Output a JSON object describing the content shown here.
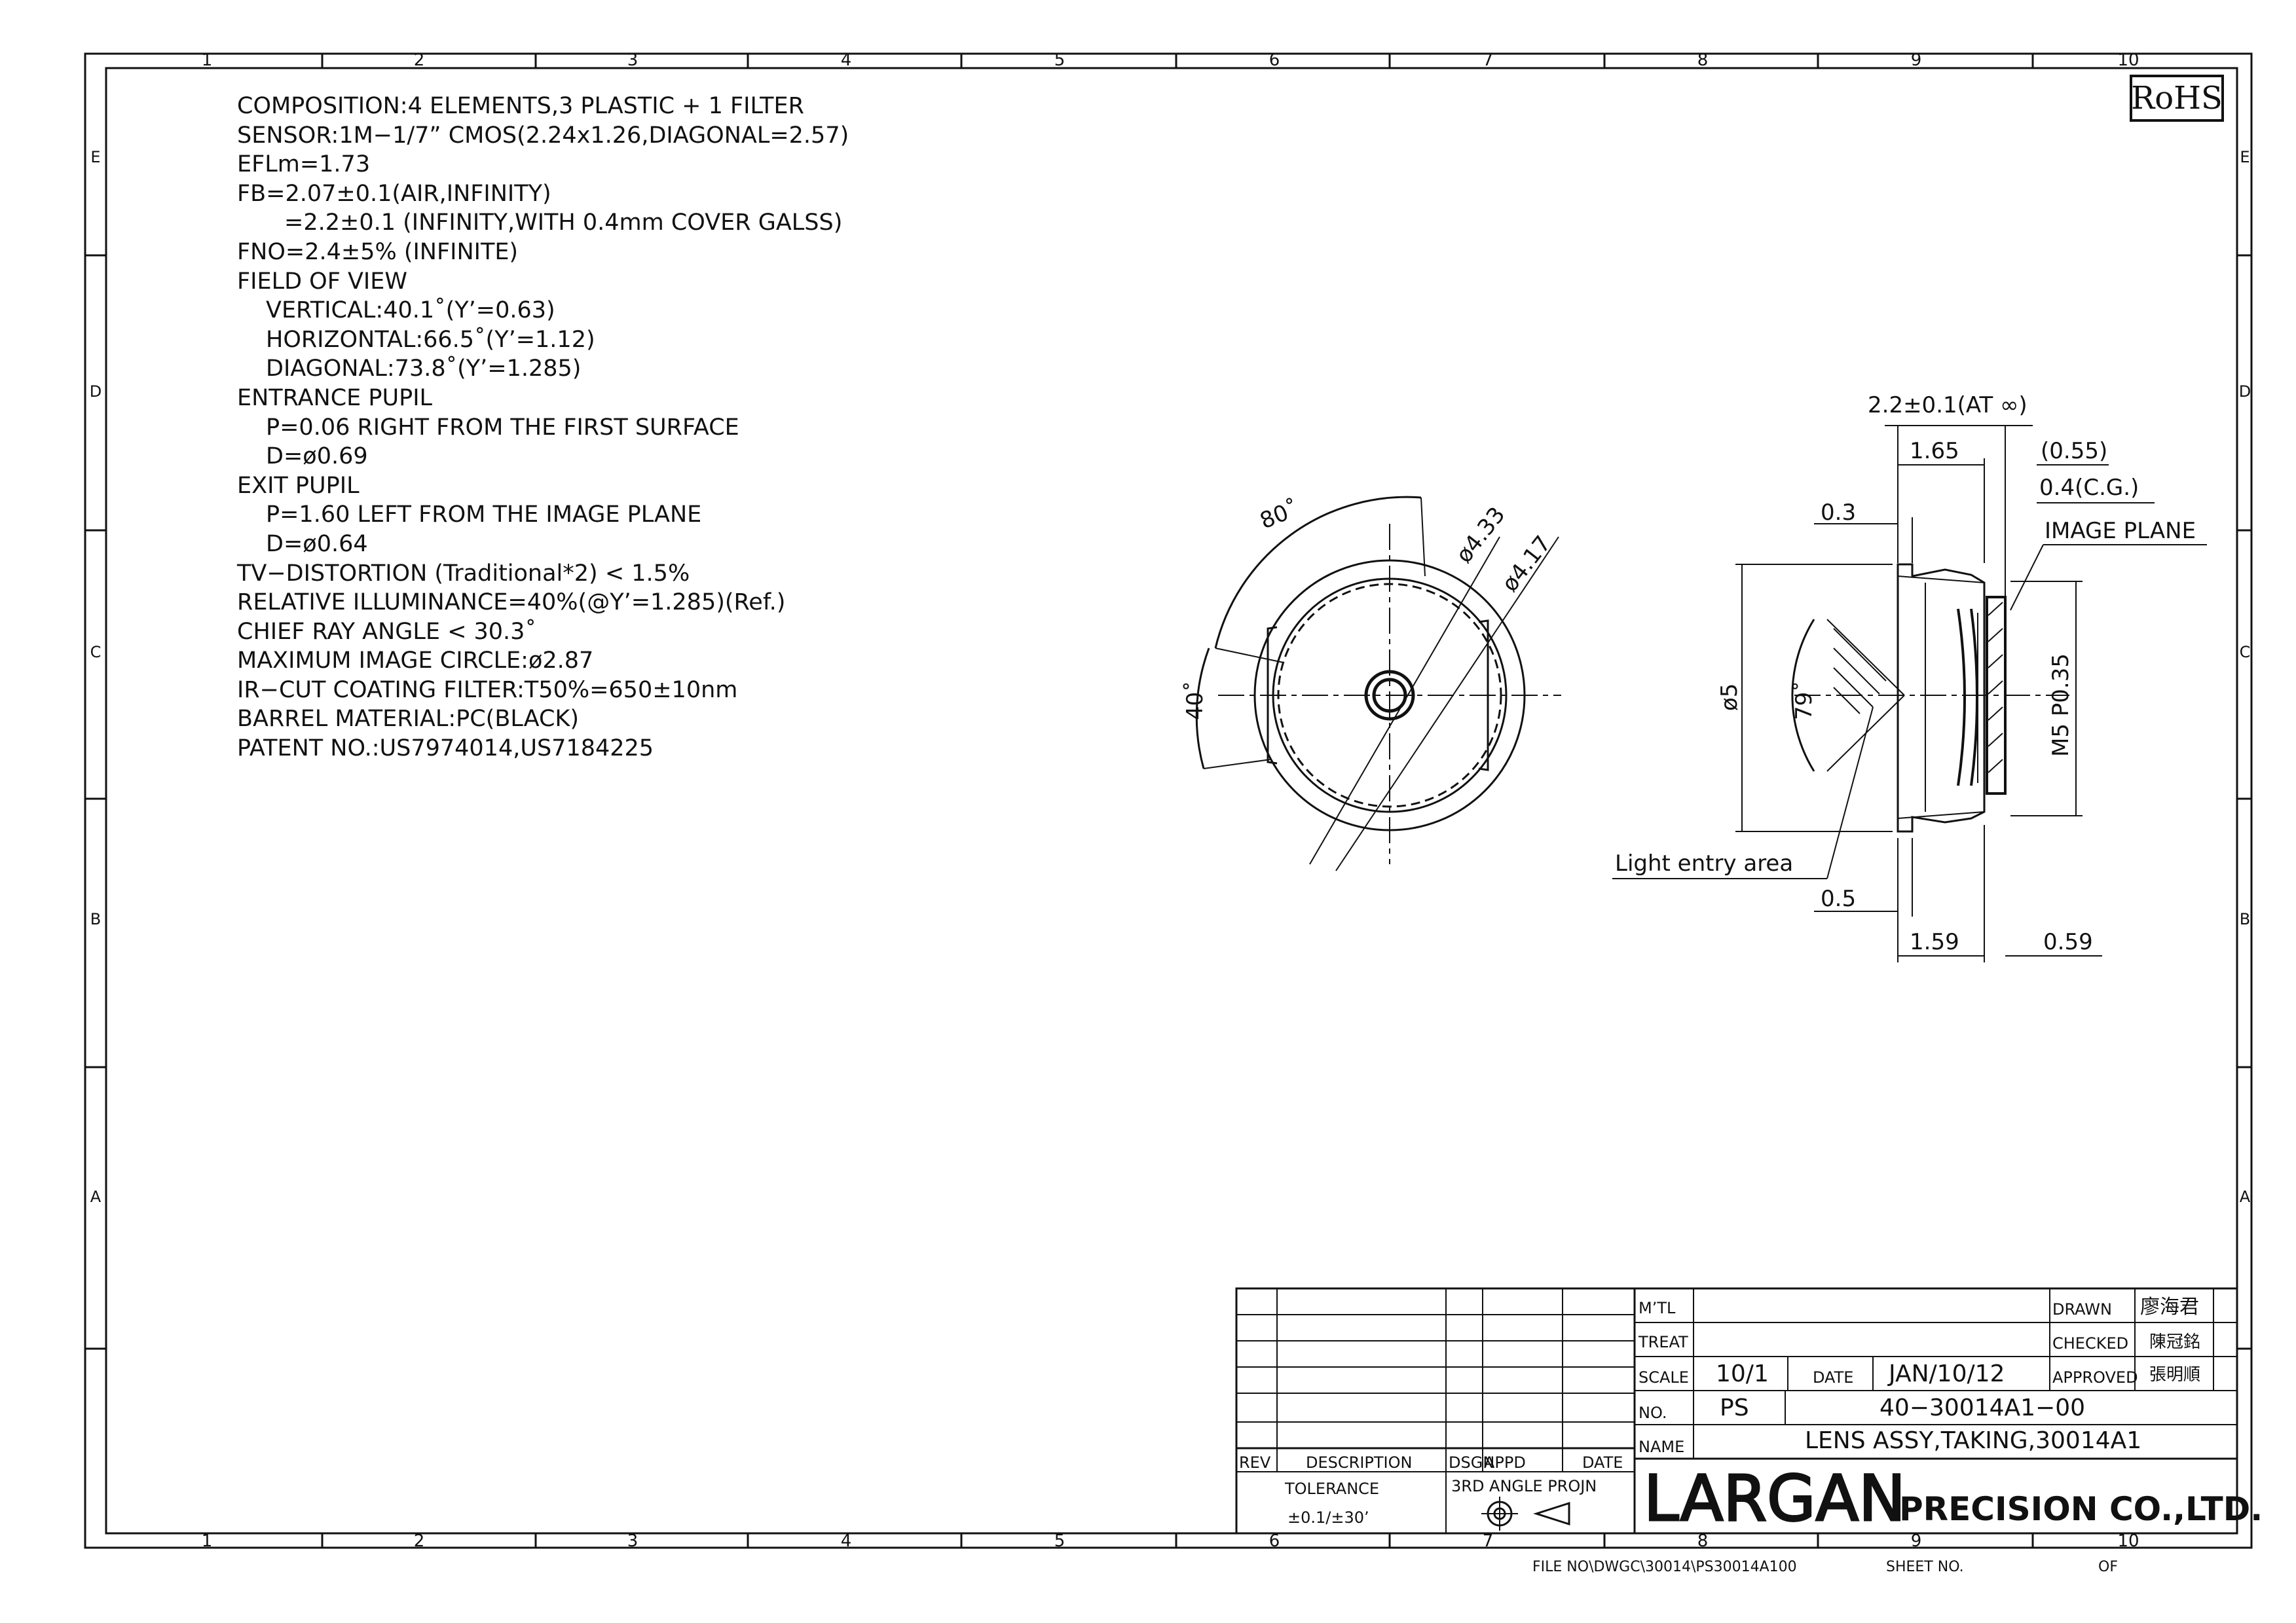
{
  "frame": {
    "cols": [
      "1",
      "2",
      "3",
      "4",
      "5",
      "6",
      "7",
      "8",
      "9",
      "10"
    ],
    "rows": [
      "E",
      "D",
      "C",
      "B",
      "A"
    ]
  },
  "rohs": "RoHS",
  "spec_lines": [
    {
      "text": "COMPOSITION:4 ELEMENTS,3 PLASTIC + 1 FILTER",
      "indent": 0
    },
    {
      "text": "SENSOR:1M−1/7” CMOS(2.24x1.26,DIAGONAL=2.57)",
      "indent": 0
    },
    {
      "text": "EFLm=1.73",
      "indent": 0
    },
    {
      "text": "FB=2.07±0.1(AIR,INFINITY)",
      "indent": 0
    },
    {
      "text": "=2.2±0.1 (INFINITY,WITH 0.4mm COVER GALSS)",
      "indent": 2
    },
    {
      "text": "FNO=2.4±5% (INFINITE)",
      "indent": 0
    },
    {
      "text": "FIELD OF VIEW",
      "indent": 0
    },
    {
      "text": "VERTICAL:40.1˚(Y’=0.63)",
      "indent": 1
    },
    {
      "text": "HORIZONTAL:66.5˚(Y’=1.12)",
      "indent": 1
    },
    {
      "text": "DIAGONAL:73.8˚(Y’=1.285)",
      "indent": 1
    },
    {
      "text": "ENTRANCE PUPIL",
      "indent": 0
    },
    {
      "text": "P=0.06 RIGHT FROM THE FIRST SURFACE",
      "indent": 1
    },
    {
      "text": "D=ø0.69",
      "indent": 1
    },
    {
      "text": "EXIT PUPIL",
      "indent": 0
    },
    {
      "text": "P=1.60 LEFT FROM THE IMAGE PLANE",
      "indent": 1
    },
    {
      "text": "D=ø0.64",
      "indent": 1
    },
    {
      "text": "TV−DISTORTION (Traditional*2) < 1.5%",
      "indent": 0
    },
    {
      "text": "RELATIVE ILLUMINANCE=40%(@Y’=1.285)(Ref.)",
      "indent": 0
    },
    {
      "text": "CHIEF RAY ANGLE < 30.3˚",
      "indent": 0
    },
    {
      "text": "MAXIMUM IMAGE CIRCLE:ø2.87",
      "indent": 0
    },
    {
      "text": "IR−CUT COATING FILTER:T50%=650±10nm",
      "indent": 0
    },
    {
      "text": "BARREL MATERIAL:PC(BLACK)",
      "indent": 0
    },
    {
      "text": "PATENT NO.:US7974014,US7184225",
      "indent": 0
    }
  ],
  "front_view": {
    "angle_top": "80˚",
    "angle_left": "40˚",
    "dia_outer": "ø4.33",
    "dia_inner": "ø4.17"
  },
  "side_view": {
    "overall": "2.2±0.1(AT ∞)",
    "d165": "1.65",
    "d055": "(0.55)",
    "d04": "0.4(C.G.)",
    "d03": "0.3",
    "image_plane": "IMAGE PLANE",
    "dia5": "ø5",
    "angle79": "79˚",
    "thread": "M5 P0.35",
    "light_entry": "Light entry area",
    "d05": "0.5",
    "d159": "1.59",
    "d059": "0.59"
  },
  "title_block": {
    "rev": "REV",
    "description": "DESCRIPTION",
    "dsgn": "DSGN",
    "appd": "APPD",
    "date_hdr": "DATE",
    "tolerance": "TOLERANCE",
    "tolerance_val": "±0.1/±30’",
    "projection": "3RD ANGLE PROJN",
    "mtl": "M’TL",
    "treat": "TREAT",
    "scale": "SCALE",
    "scale_val": "10/1",
    "date_lbl": "DATE",
    "date_val": "JAN/10/12",
    "no": "NO.",
    "ps": "PS",
    "part_no": "40−30014A1−00",
    "name": "NAME",
    "name_val": "LENS ASSY,TAKING,30014A1",
    "drawn": "DRAWN",
    "checked": "CHECKED",
    "approved": "APPROVED",
    "sig_drawn": "廖海君",
    "sig_checked": "陳冠銘",
    "sig_approved": "張明順",
    "logo": "LARGAN",
    "company": "PRECISION CO.,LTD.",
    "file_no": "FILE NO\\DWGC\\30014\\PS30014A100",
    "sheet_no": "SHEET NO.",
    "of": "OF"
  }
}
